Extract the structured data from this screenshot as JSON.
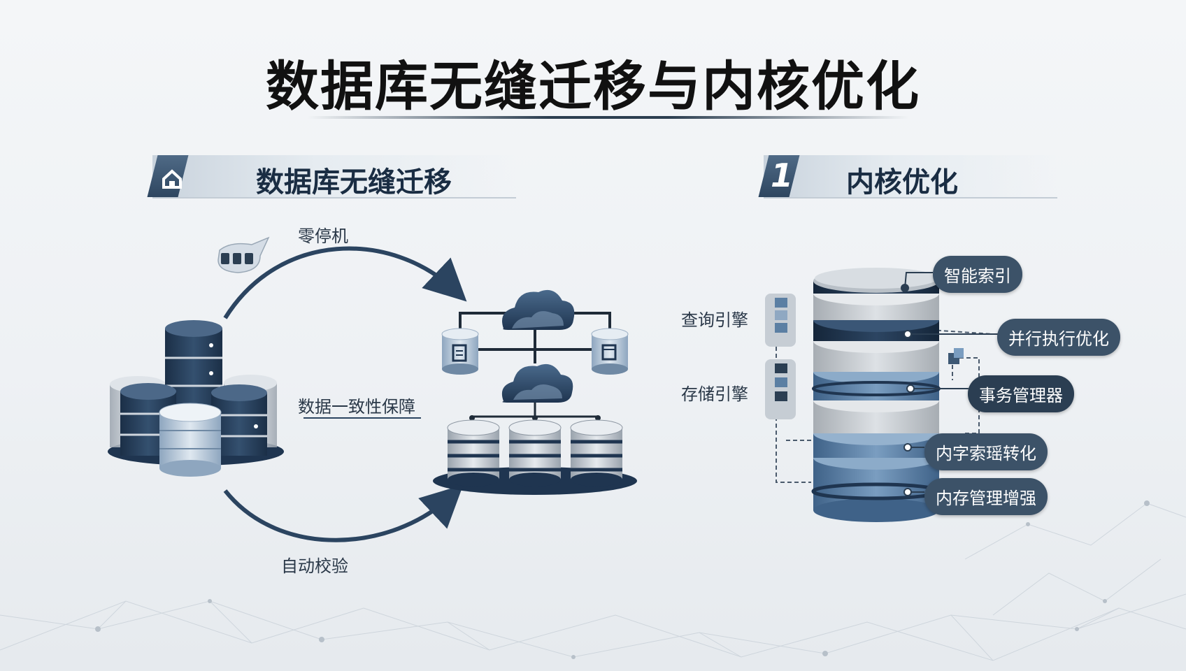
{
  "title": "数据库无缝迁移与内核优化",
  "left_section": {
    "heading": "数据库无缝迁移",
    "labels": {
      "top_arrow": "零停机",
      "middle": "数据一致性保障",
      "bottom_arrow": "自动校验"
    }
  },
  "right_section": {
    "number": "1",
    "heading": "内核优化",
    "side_labels": [
      "查询引擎",
      "存储引擎"
    ],
    "callouts": [
      "智能索引",
      "并行执行优化",
      "事务管理器",
      "内字索瑶转化",
      "内存管理增强"
    ]
  },
  "colors": {
    "navy": "#1f3550",
    "steel": "#5b7fa3",
    "slate": "#2b3e52",
    "silver": "#b9c0c7"
  }
}
